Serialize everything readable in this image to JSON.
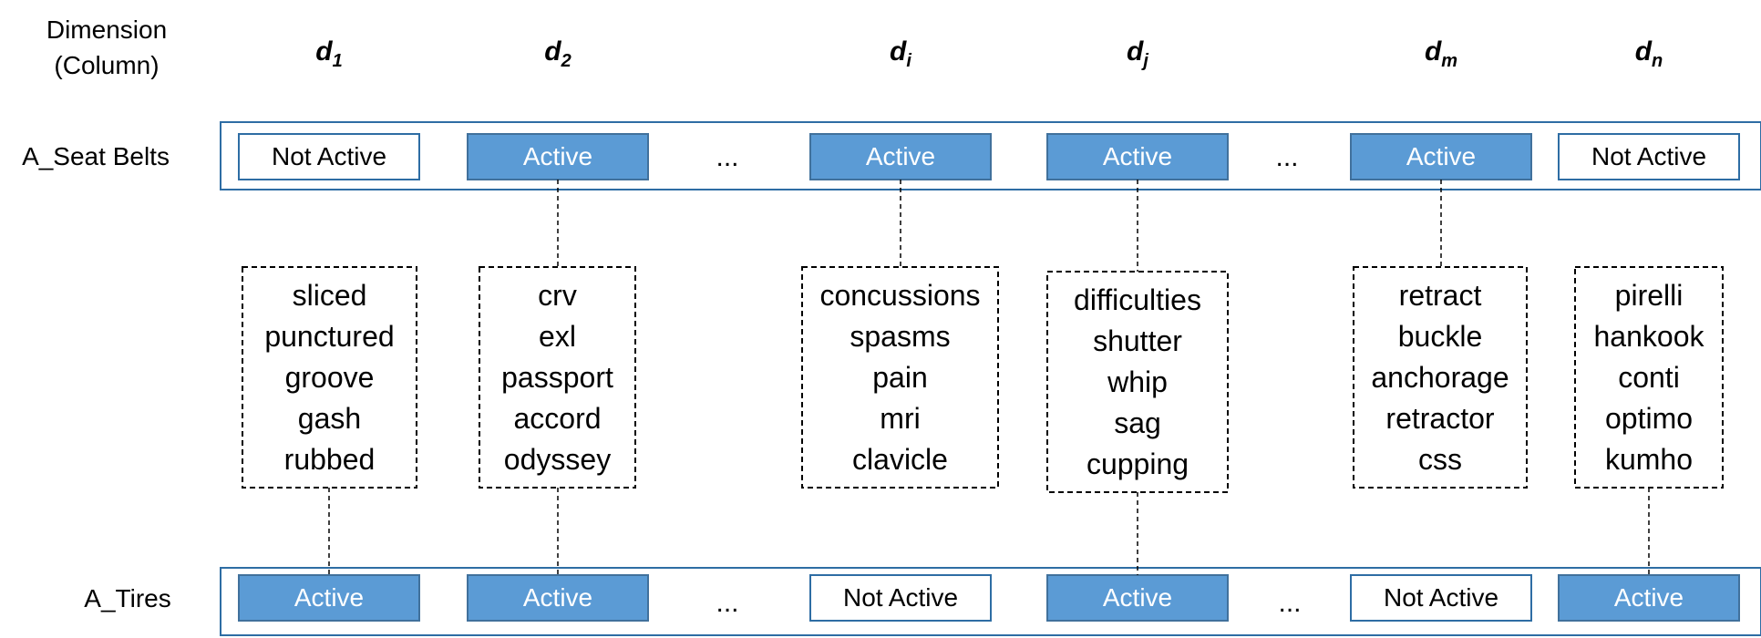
{
  "header": {
    "line1": "Dimension",
    "line2": "(Column)"
  },
  "colors": {
    "active_fill": "#5b9bd5",
    "active_border": "#41719c",
    "row_border": "#2e6da4",
    "active_text": "#ffffff",
    "inactive_text": "#000000"
  },
  "columns": [
    {
      "base": "d",
      "sub": "1"
    },
    {
      "base": "d",
      "sub": "2"
    },
    {
      "base": "d",
      "sub": "i"
    },
    {
      "base": "d",
      "sub": "j"
    },
    {
      "base": "d",
      "sub": "m"
    },
    {
      "base": "d",
      "sub": "n"
    }
  ],
  "ellipsis": "...",
  "rows": [
    {
      "label": "A_Seat Belts",
      "states": [
        "Not Active",
        "Active",
        "Active",
        "Active",
        "Active",
        "Not Active"
      ]
    },
    {
      "label": "A_Tires",
      "states": [
        "Active",
        "Active",
        "Not Active",
        "Active",
        "Not Active",
        "Active"
      ]
    }
  ],
  "word_lists": [
    [
      "sliced",
      "punctured",
      "groove",
      "gash",
      "rubbed"
    ],
    [
      "crv",
      "exl",
      "passport",
      "accord",
      "odyssey"
    ],
    [
      "concussions",
      "spasms",
      "pain",
      "mri",
      "clavicle"
    ],
    [
      "difficulties",
      "shutter",
      "whip",
      "sag",
      "cupping"
    ],
    [
      "retract",
      "buckle",
      "anchorage",
      "retractor",
      "css"
    ],
    [
      "pirelli",
      "hankook",
      "conti",
      "optimo",
      "kumho"
    ]
  ]
}
